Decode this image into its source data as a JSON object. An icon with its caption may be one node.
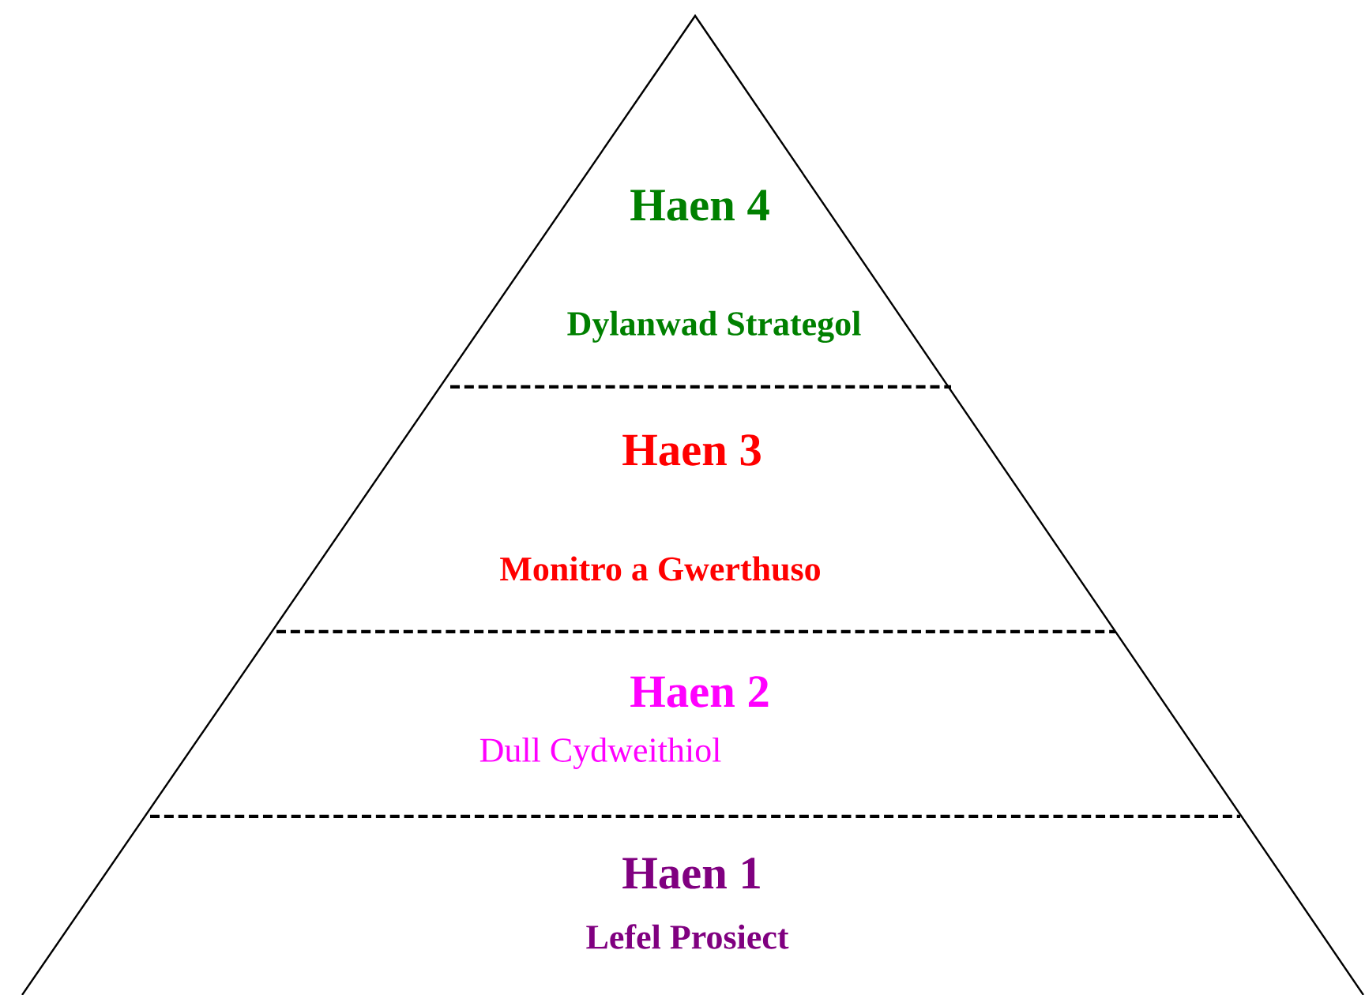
{
  "diagram": {
    "nodes": [
      {
        "text": [
          "Haen 4",
          "Dylanwad Strategol"
        ]
      },
      {
        "text": [
          "Haen 3",
          "Monitro a Gwerthuso"
        ]
      },
      {
        "text": [
          "Haen 2",
          "Dull Cydweithiol"
        ]
      },
      {
        "text": [
          "Haen 1",
          "Lefel Prosiect"
        ]
      }
    ]
  }
}
